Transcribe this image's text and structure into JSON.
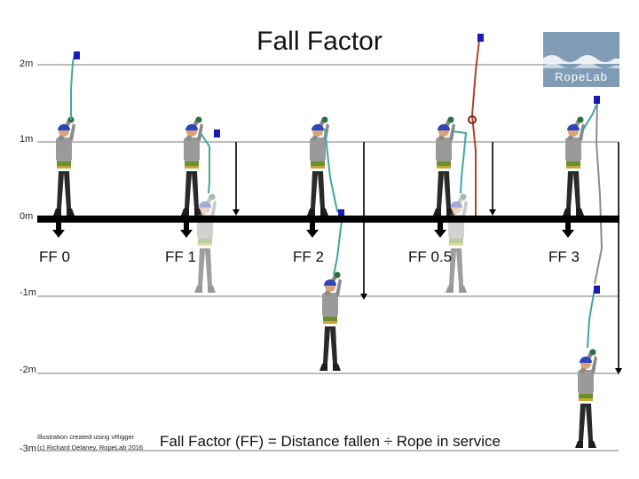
{
  "title": "Fall Factor",
  "levels": [
    {
      "label": "2m",
      "m": 2
    },
    {
      "label": "1m",
      "m": 1
    },
    {
      "label": "0m",
      "m": 0
    },
    {
      "label": "-1m",
      "m": -1
    },
    {
      "label": "-2m",
      "m": -2
    },
    {
      "label": "-3m",
      "m": -3
    }
  ],
  "scenarios": [
    {
      "label": "FF 0",
      "fall_factor": 0,
      "rope_color": "#3fa6a2"
    },
    {
      "label": "FF 1",
      "fall_factor": 1,
      "rope_color": "#3fa6a2"
    },
    {
      "label": "FF 2",
      "fall_factor": 2,
      "rope_color": "#3fa6a2"
    },
    {
      "label": "FF 0.5",
      "fall_factor": 0.5,
      "rope_color": "#a8452a"
    },
    {
      "label": "FF 3",
      "fall_factor": 3,
      "rope_color": "#3fa6a2"
    }
  ],
  "formula": "Fall Factor (FF) = Distance fallen ÷ Rope in service",
  "credit_line1": "Illustration created using vRigger",
  "credit_line2": "(c) Richard Delaney, RopeLab 2016",
  "logo_text": "RopeLab",
  "colors": {
    "rope": "#3fa6a2",
    "rope_red": "#a8452a",
    "anchor": "#1a1ab8",
    "logo_bg": "#7f9bb6",
    "beam": "#000000"
  }
}
